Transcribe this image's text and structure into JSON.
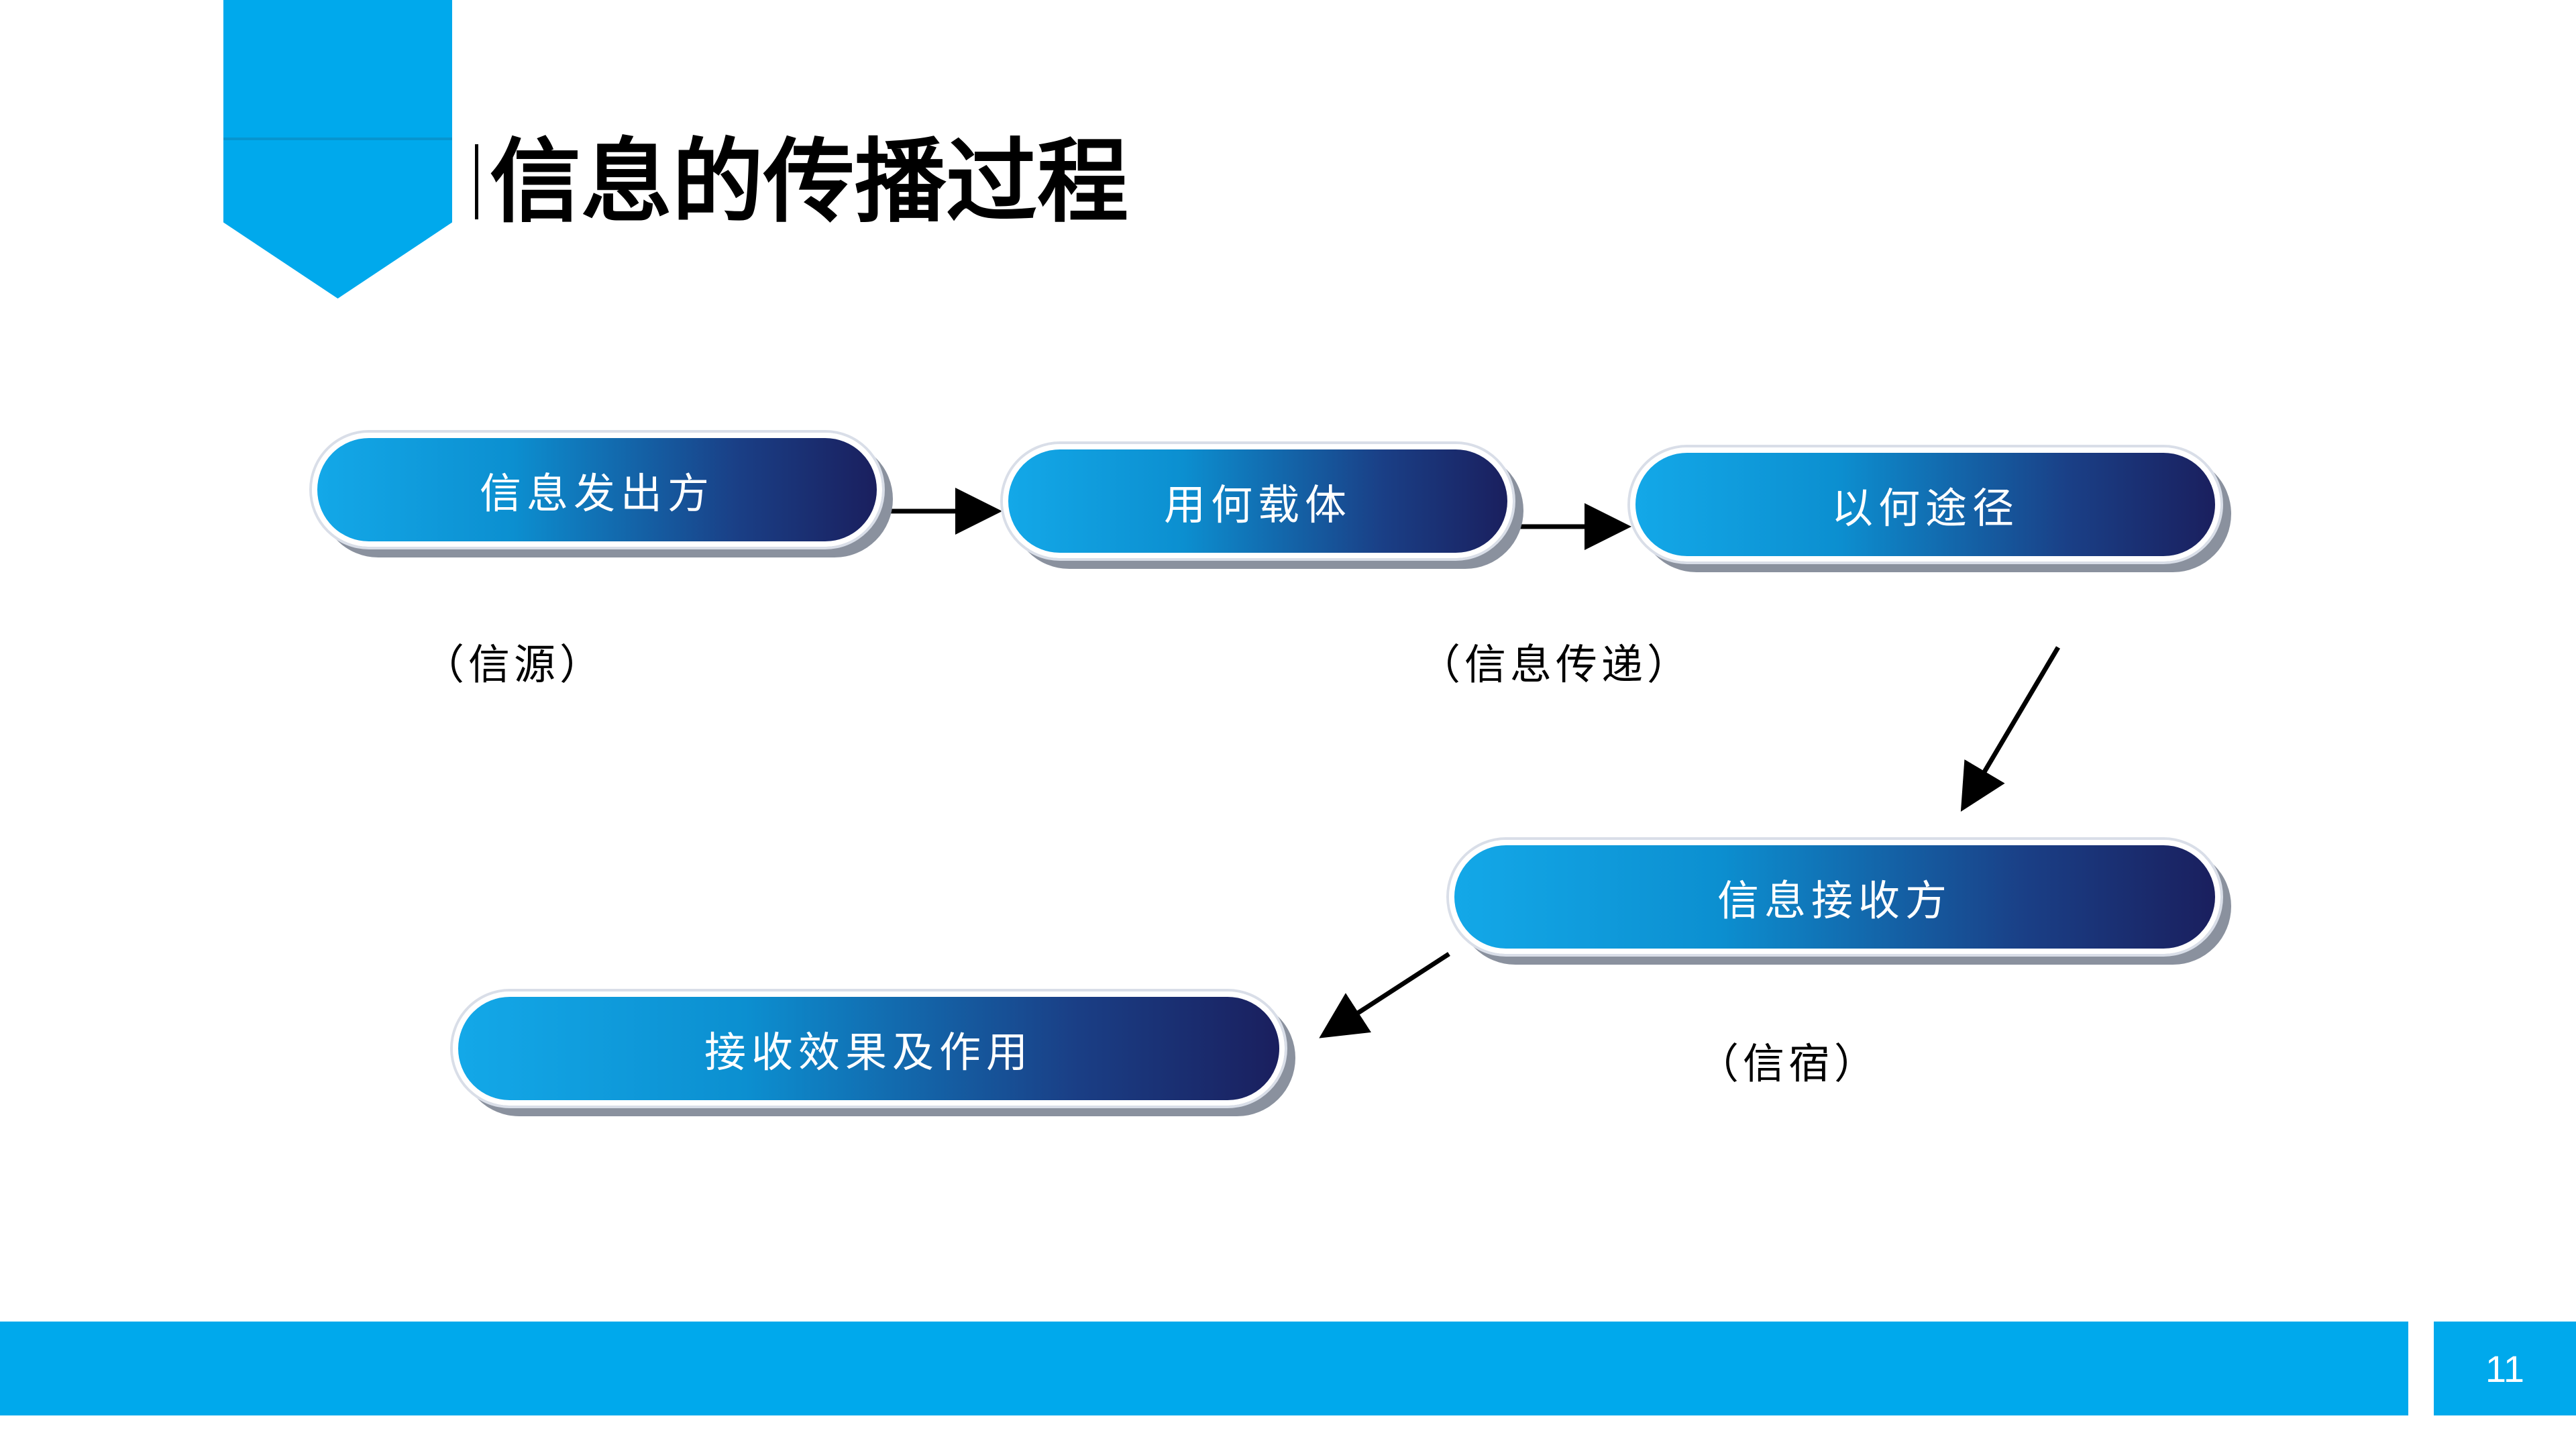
{
  "slide": {
    "title": "信息的传播过程",
    "page_number": "11"
  },
  "nodes": {
    "sender": "信息发出方",
    "carrier": "用何载体",
    "channel": "以何途径",
    "receiver": "信息接收方",
    "effect": "接收效果及作用"
  },
  "notes": {
    "source": "（信源）",
    "transmission": "（信息传递）",
    "sink": "（信宿）"
  },
  "colors": {
    "accent": "#00a9ec",
    "node_gradient_start": "#13a8e8",
    "node_gradient_end": "#1a1f5e"
  }
}
